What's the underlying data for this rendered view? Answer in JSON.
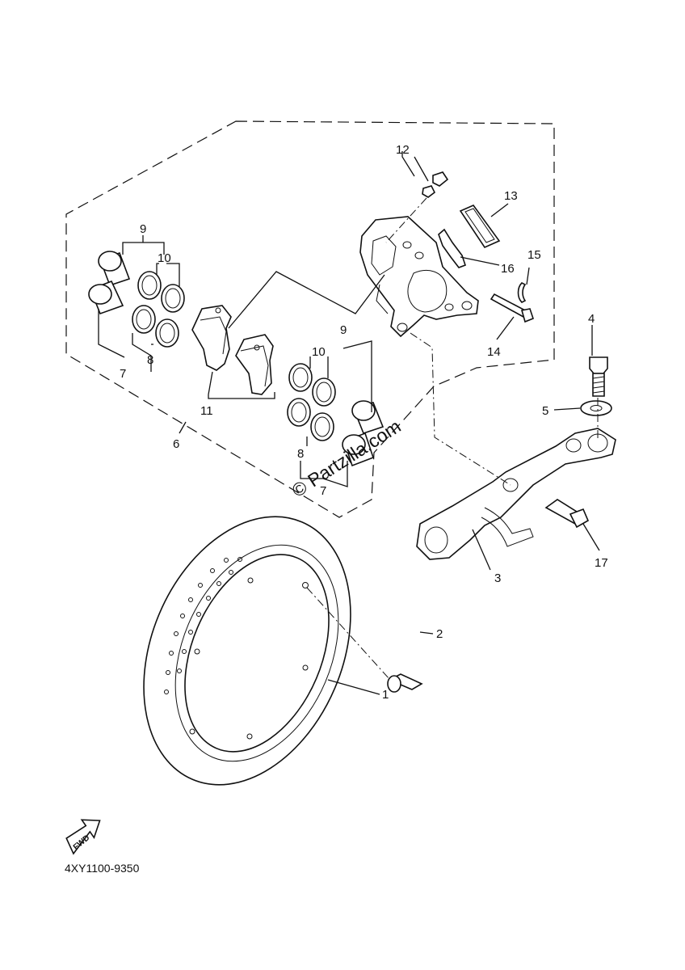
{
  "callouts": [
    {
      "id": "c1",
      "text": "1"
    },
    {
      "id": "c2",
      "text": "2"
    },
    {
      "id": "c3",
      "text": "3"
    },
    {
      "id": "c4",
      "text": "4"
    },
    {
      "id": "c5",
      "text": "5"
    },
    {
      "id": "c6",
      "text": "6"
    },
    {
      "id": "c7a",
      "text": "7"
    },
    {
      "id": "c7b",
      "text": "7"
    },
    {
      "id": "c8a",
      "text": "8"
    },
    {
      "id": "c8b",
      "text": "8"
    },
    {
      "id": "c9a",
      "text": "9"
    },
    {
      "id": "c9b",
      "text": "9"
    },
    {
      "id": "c10a",
      "text": "10"
    },
    {
      "id": "c10b",
      "text": "10"
    },
    {
      "id": "c11",
      "text": "11"
    },
    {
      "id": "c12",
      "text": "12"
    },
    {
      "id": "c13",
      "text": "13"
    },
    {
      "id": "c14",
      "text": "14"
    },
    {
      "id": "c15",
      "text": "15"
    },
    {
      "id": "c16",
      "text": "16"
    },
    {
      "id": "c17",
      "text": "17"
    }
  ],
  "watermark": "© Partzilla.com",
  "direction_badge": "FWD",
  "diagram_code": "4XY1100-9350"
}
